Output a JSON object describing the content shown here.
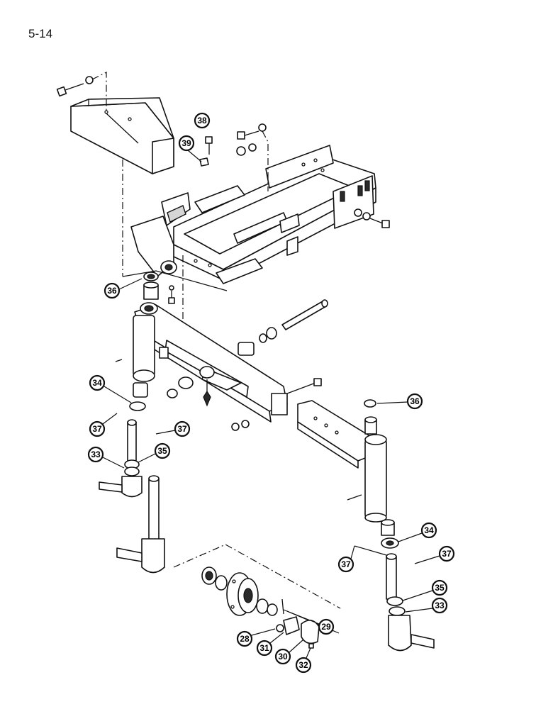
{
  "page": {
    "number": "5-14"
  },
  "callouts": [
    {
      "label": "38"
    },
    {
      "label": "39"
    },
    {
      "label": "36"
    },
    {
      "label": "34"
    },
    {
      "label": "37"
    },
    {
      "label": "37"
    },
    {
      "label": "33"
    },
    {
      "label": "35"
    },
    {
      "label": "36"
    },
    {
      "label": "34"
    },
    {
      "label": "37"
    },
    {
      "label": "37"
    },
    {
      "label": "35"
    },
    {
      "label": "33"
    },
    {
      "label": "29"
    },
    {
      "label": "28"
    },
    {
      "label": "31"
    },
    {
      "label": "30"
    },
    {
      "label": "32"
    }
  ]
}
